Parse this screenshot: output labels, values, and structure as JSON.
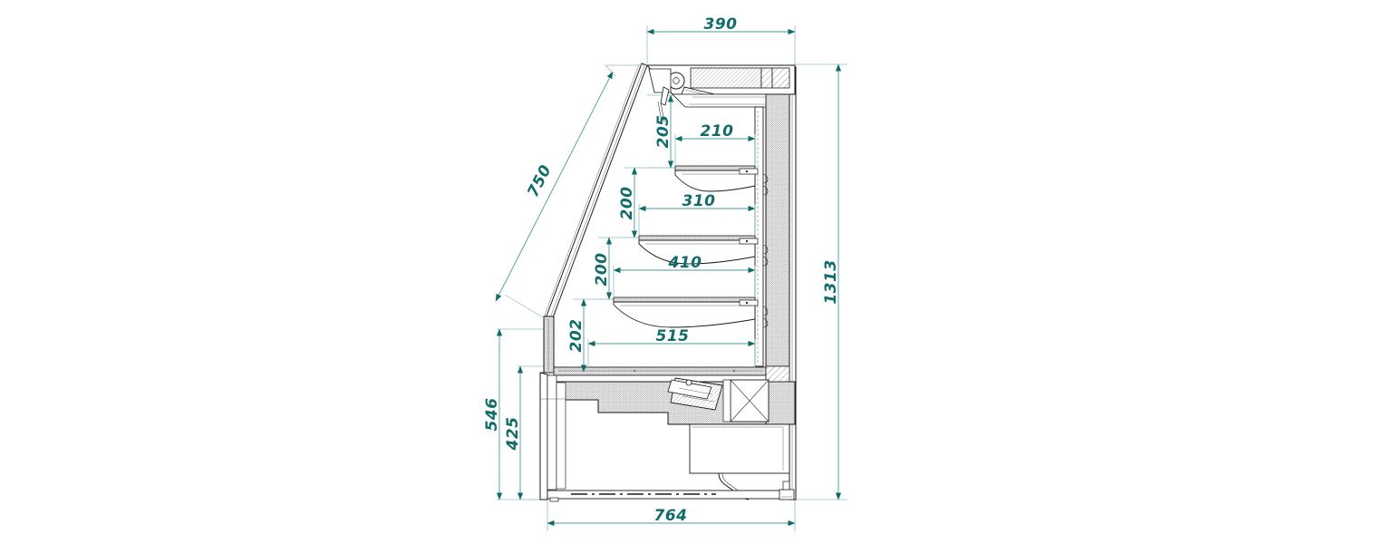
{
  "drawing": {
    "title": "Refrigerated display cabinet — side section view",
    "units": "mm",
    "accent_color": "#116b6b",
    "dim_line_color": "#4a9a9a",
    "outline_color": "#1a1a1a",
    "background": "#ffffff"
  },
  "dimensions": {
    "top_depth": "390",
    "glass_length": "750",
    "shelf_gap_top": "205",
    "shelf_depth_1": "210",
    "shelf_gap_2": "200",
    "shelf_depth_2": "310",
    "shelf_gap_3": "200",
    "shelf_depth_3": "410",
    "base_height": "202",
    "deck_depth": "515",
    "overall_height": "1313",
    "front_height": "546",
    "cabinet_height": "425",
    "overall_depth": "764"
  },
  "dimension_list": [
    {
      "label": "390",
      "type": "horizontal",
      "location": "top-depth"
    },
    {
      "label": "750",
      "type": "diagonal",
      "location": "front-glass-length"
    },
    {
      "label": "205",
      "type": "vertical",
      "location": "top-shelf-gap"
    },
    {
      "label": "210",
      "type": "horizontal",
      "location": "shelf-1-depth"
    },
    {
      "label": "200",
      "type": "vertical",
      "location": "shelf-1-to-2-gap"
    },
    {
      "label": "310",
      "type": "horizontal",
      "location": "shelf-2-depth"
    },
    {
      "label": "200",
      "type": "vertical",
      "location": "shelf-2-to-3-gap"
    },
    {
      "label": "410",
      "type": "horizontal",
      "location": "shelf-3-depth"
    },
    {
      "label": "202",
      "type": "vertical",
      "location": "deck-to-shelf-3"
    },
    {
      "label": "515",
      "type": "horizontal",
      "location": "deck-depth"
    },
    {
      "label": "1313",
      "type": "vertical",
      "location": "overall-height"
    },
    {
      "label": "546",
      "type": "vertical",
      "location": "front-panel-height"
    },
    {
      "label": "425",
      "type": "vertical",
      "location": "lower-cabinet-height"
    },
    {
      "label": "764",
      "type": "horizontal",
      "location": "overall-depth"
    }
  ]
}
